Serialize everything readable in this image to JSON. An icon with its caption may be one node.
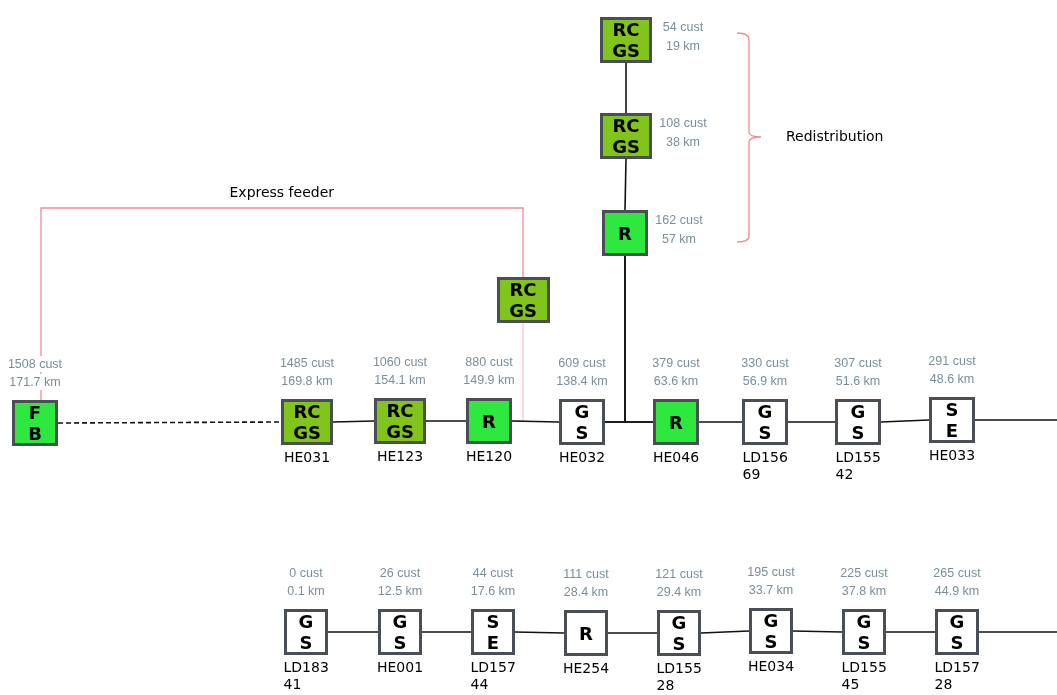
{
  "diagram": {
    "nodes": [
      {
        "text": [
          "RC GS"
        ],
        "beside": [
          "54 cust",
          "19 km"
        ]
      },
      {
        "text": [
          "RC GS"
        ],
        "beside": [
          "108 cust",
          "38 km"
        ]
      },
      {
        "text": [
          "R"
        ],
        "beside": [
          "162 cust",
          "57 km"
        ]
      },
      {
        "text": [
          "RC GS"
        ]
      },
      {
        "text": [
          "F B"
        ],
        "beside": [
          "1508 cust",
          "171.7 km"
        ]
      },
      {
        "text": [
          "RC GS"
        ],
        "beside": [
          "1485 cust",
          "169.8 km",
          "HE031"
        ]
      },
      {
        "text": [
          "RC GS"
        ],
        "beside": [
          "1060 cust",
          "154.1 km",
          "HE123"
        ]
      },
      {
        "text": [
          "R"
        ],
        "beside": [
          "880 cust",
          "149.9 km",
          "HE120"
        ]
      },
      {
        "text": [
          "G S"
        ],
        "beside": [
          "609 cust",
          "138.4 km",
          "HE032"
        ]
      },
      {
        "text": [
          "R"
        ],
        "beside": [
          "379 cust",
          "63.6 km",
          "HE046"
        ]
      },
      {
        "text": [
          "G S"
        ],
        "beside": [
          "330 cust",
          "56.9 km",
          "LD156 69"
        ]
      },
      {
        "text": [
          "G S"
        ],
        "beside": [
          "307 cust",
          "51.6 km",
          "LD155 42"
        ]
      },
      {
        "text": [
          "S E"
        ],
        "beside": [
          "291 cust",
          "48.6 km",
          "HE033"
        ]
      },
      {
        "text": [
          "G S"
        ],
        "beside": [
          "0 cust",
          "0.1 km",
          "LD183 41"
        ]
      },
      {
        "text": [
          "G S"
        ],
        "beside": [
          "26 cust",
          "12.5 km",
          "HE001"
        ]
      },
      {
        "text": [
          "S E"
        ],
        "beside": [
          "44 cust",
          "17.6 km",
          "LD157 44"
        ]
      },
      {
        "text": [
          "R"
        ],
        "beside": [
          "111 cust",
          "28.4 km",
          "HE254"
        ]
      },
      {
        "text": [
          "G S"
        ],
        "beside": [
          "121 cust",
          "29.4 km",
          "LD155 28"
        ]
      },
      {
        "text": [
          "G S"
        ],
        "beside": [
          "195 cust",
          "33.7 km",
          "HE034"
        ]
      },
      {
        "text": [
          "G S"
        ],
        "beside": [
          "225 cust",
          "37.8 km",
          "LD155 45"
        ]
      },
      {
        "text": [
          "G S"
        ],
        "beside": [
          "265 cust",
          "44.9 km",
          "LD157 28"
        ]
      }
    ],
    "edges": [
      {
        "from": 0,
        "to": 1,
        "arrow": "none"
      },
      {
        "from": 1,
        "to": 2,
        "arrow": "none"
      },
      {
        "from": 2,
        "to": 8,
        "arrow": "none"
      },
      {
        "from": 2,
        "to": 9,
        "arrow": "none"
      },
      {
        "from": 4,
        "to": 3,
        "arrow": "none",
        "label": "Express feeder",
        "color": "#f08c94"
      },
      {
        "from": 3,
        "to": 7,
        "arrow": "none",
        "color": "#f6c6cb"
      },
      {
        "from": 4,
        "to": 5,
        "arrow": "none",
        "style": "dashed"
      },
      {
        "from": 5,
        "to": 6,
        "arrow": "none"
      },
      {
        "from": 6,
        "to": 7,
        "arrow": "none"
      },
      {
        "from": 7,
        "to": 8,
        "arrow": "none"
      },
      {
        "from": 8,
        "to": 9,
        "arrow": "none"
      },
      {
        "from": 9,
        "to": 10,
        "arrow": "none"
      },
      {
        "from": 10,
        "to": 11,
        "arrow": "none"
      },
      {
        "from": 11,
        "to": 12,
        "arrow": "none"
      },
      {
        "from": 12,
        "to": null,
        "arrow": "none"
      },
      {
        "from": 13,
        "to": 14,
        "arrow": "none"
      },
      {
        "from": 14,
        "to": 15,
        "arrow": "none"
      },
      {
        "from": 15,
        "to": 16,
        "arrow": "none"
      },
      {
        "from": 16,
        "to": 17,
        "arrow": "none"
      },
      {
        "from": 17,
        "to": 18,
        "arrow": "none"
      },
      {
        "from": 18,
        "to": 19,
        "arrow": "none"
      },
      {
        "from": 19,
        "to": 20,
        "arrow": "none"
      },
      {
        "from": 20,
        "to": null,
        "arrow": "none"
      }
    ],
    "labels": [
      "Redistribution"
    ]
  }
}
